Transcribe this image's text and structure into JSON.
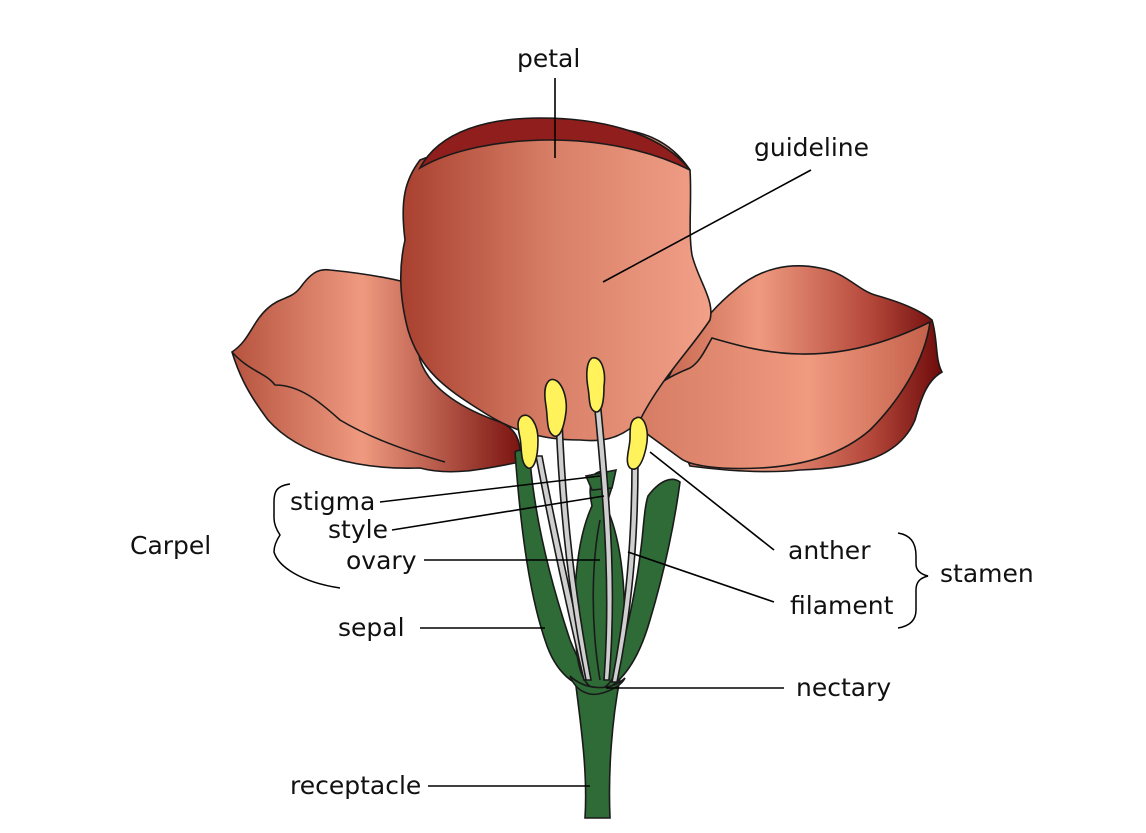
{
  "diagram": {
    "labels": {
      "petal": "petal",
      "guideline": "guideline",
      "stigma": "stigma",
      "style": "style",
      "ovary": "ovary",
      "sepal": "sepal",
      "receptacle": "receptacle",
      "anther": "anther",
      "filament": "filament",
      "nectary": "nectary",
      "carpel": "Carpel",
      "stamen": "stamen"
    },
    "colors": {
      "petal_dark": "#8f1e1c",
      "petal_mid": "#c8604a",
      "petal_light": "#f0987e",
      "petal_deep": "#6e0b0b",
      "sepal_green": "#2e6b36",
      "anther_yellow": "#fff25a",
      "filament_grey": "#cfcfcf"
    }
  }
}
